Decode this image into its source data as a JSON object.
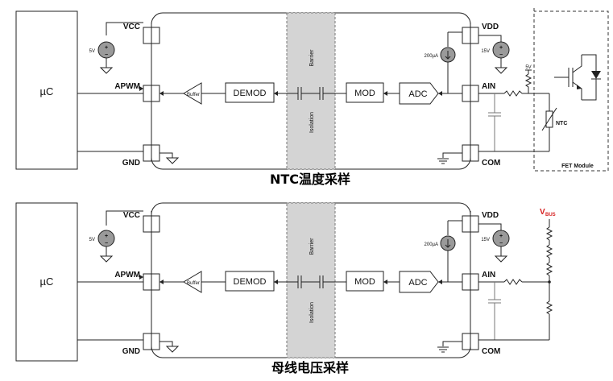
{
  "top": {
    "caption": "NTC温度采样",
    "mcu": "µC",
    "pins_left": {
      "vcc": "VCC",
      "apwm": "APWM",
      "gnd": "GND"
    },
    "pins_right": {
      "vdd": "VDD",
      "ain": "AIN",
      "com": "COM"
    },
    "blocks": {
      "buffer": "Buffer",
      "demod": "DEMOD",
      "mod": "MOD",
      "adc": "ADC"
    },
    "barrier": "Barrier",
    "isolation": "Isolation",
    "src_5v": "5V",
    "src_15v": "15V",
    "current": "200µA",
    "pullup": "5V",
    "ntc": "NTC",
    "fet": "FET Module"
  },
  "bottom": {
    "caption": "母线电压采样",
    "mcu": "µC",
    "pins_left": {
      "vcc": "VCC",
      "apwm": "APWM",
      "gnd": "GND"
    },
    "pins_right": {
      "vdd": "VDD",
      "ain": "AIN",
      "com": "COM"
    },
    "blocks": {
      "buffer": "Buffer",
      "demod": "DEMOD",
      "mod": "MOD",
      "adc": "ADC"
    },
    "barrier": "Barrier",
    "isolation": "Isolation",
    "src_5v": "5V",
    "src_15v": "15V",
    "current": "200µA",
    "vbus_main": "V",
    "vbus_sub": "BUS"
  },
  "colors": {
    "barrier_fill": "#d4d4d4",
    "vbus": "#d62020"
  }
}
